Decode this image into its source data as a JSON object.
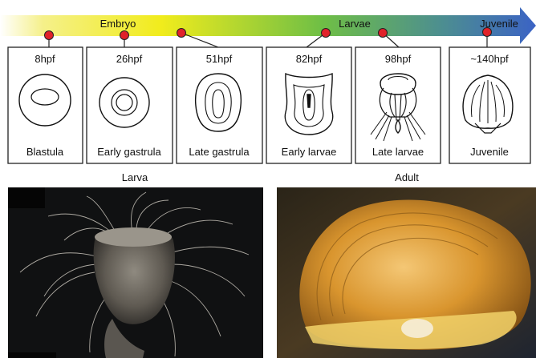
{
  "timeline": {
    "phases": [
      {
        "name": "Embryo"
      },
      {
        "name": "Larvae"
      },
      {
        "name": "Juvenile"
      }
    ]
  },
  "stages": [
    {
      "hpf": "8hpf",
      "name": "Blastula",
      "icon": "blastula-drawing"
    },
    {
      "hpf": "26hpf",
      "name": "Early gastrula",
      "icon": "early-gastrula-drawing"
    },
    {
      "hpf": "51hpf",
      "name": "Late gastrula",
      "icon": "late-gastrula-drawing"
    },
    {
      "hpf": "82hpf",
      "name": "Early larvae",
      "icon": "early-larva-drawing"
    },
    {
      "hpf": "98hpf",
      "name": "Late larvae",
      "icon": "late-larva-drawing"
    },
    {
      "hpf": "~140hpf",
      "name": "Juvenile",
      "icon": "juvenile-shell-drawing"
    }
  ],
  "photos": {
    "left_label": "Larva",
    "right_label": "Adult"
  },
  "colors": {
    "arrow_start": "#f3ee2a",
    "arrow_mid": "#6fbf45",
    "arrow_end": "#3b63c5",
    "marker": "#e0222a"
  }
}
